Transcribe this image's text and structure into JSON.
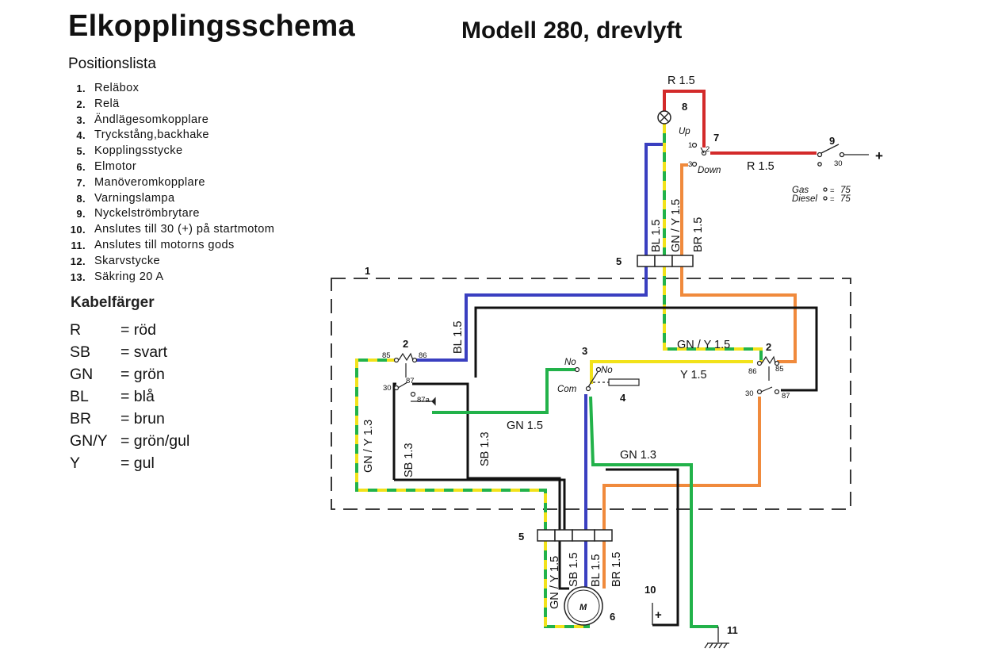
{
  "title": "Elkopplingsschema",
  "subtitle": "Modell 280, drevlyft",
  "position_list": {
    "heading": "Positionslista",
    "items": [
      {
        "num": "1.",
        "text": "Reläbox"
      },
      {
        "num": "2.",
        "text": "Relä"
      },
      {
        "num": "3.",
        "text": "Ändlägesomkopplare"
      },
      {
        "num": "4.",
        "text": "Tryckstång,backhake"
      },
      {
        "num": "5.",
        "text": "Kopplingsstycke"
      },
      {
        "num": "6.",
        "text": "Elmotor"
      },
      {
        "num": "7.",
        "text": "Manöveromkopplare"
      },
      {
        "num": "8.",
        "text": "Varningslampa"
      },
      {
        "num": "9.",
        "text": "Nyckelströmbrytare"
      },
      {
        "num": "10.",
        "text": "Anslutes till 30 (+) på startmotom"
      },
      {
        "num": "11.",
        "text": "Anslutes till motorns gods"
      },
      {
        "num": "12.",
        "text": "Skarvstycke"
      },
      {
        "num": "13.",
        "text": "Säkring 20 A"
      }
    ]
  },
  "cable_colors": {
    "heading": "Kabelfärger",
    "items": [
      {
        "code": "R",
        "meaning": "= röd"
      },
      {
        "code": "SB",
        "meaning": "=  svart"
      },
      {
        "code": "GN",
        "meaning": "= grön"
      },
      {
        "code": "BL",
        "meaning": "= blå"
      },
      {
        "code": "BR",
        "meaning": "= brun"
      },
      {
        "code": "GN/Y",
        "meaning": "= grön/gul"
      },
      {
        "code": "Y",
        "meaning": "= gul"
      }
    ]
  },
  "colors": {
    "red": "#d32a2a",
    "blue": "#3a3fc0",
    "green": "#22b24a",
    "yellow": "#f2e21a",
    "brown": "#f08a3c",
    "black": "#111111"
  },
  "diagram": {
    "wire_labels": {
      "r_top": "R 1.5",
      "r_right": "R 1.5",
      "bl_top": "BL 1.5",
      "gny_top": "GN / Y 1.5",
      "br_top": "BR 1.5",
      "bl_left": "BL 1.5",
      "gny_right": "GN / Y 1.5",
      "y": "Y 1.5",
      "gn15": "GN 1.5",
      "gn13": "GN 1.3",
      "gny13": "GN / Y 1.3",
      "sb13_a": "SB 1.3",
      "sb13_b": "SB 1.3",
      "gny_bot": "GN / Y 1.5",
      "sb_bot": "SB 1.5",
      "bl_bot": "BL 1.5",
      "br_bot": "BR 1.5"
    },
    "numbers": {
      "n1": "1",
      "n2a": "2",
      "n2b": "2",
      "n3": "3",
      "n4": "4",
      "n5a": "5",
      "n5b": "5",
      "n6": "6",
      "n7": "7",
      "n8": "8",
      "n9": "9",
      "n10": "10",
      "n11": "11"
    },
    "pin_labels": {
      "p85a": "85",
      "p86a": "86",
      "p30a": "30",
      "p87a": "87",
      "p87a2": "87a",
      "p86b": "86",
      "p85b": "85",
      "p30b": "30",
      "p87b": "87",
      "sw1": "1",
      "sw2": "2",
      "sw3": "3",
      "key30": "30"
    },
    "switch_labels": {
      "up": "Up",
      "down": "Down",
      "no1": "No",
      "no2": "No",
      "com": "Com"
    },
    "fuel": {
      "gas": "Gas",
      "diesel": "Diesel",
      "val1": "75",
      "val2": "75"
    },
    "misc": {
      "plus_key": "+",
      "plus_10": "+",
      "motor": "M"
    }
  }
}
